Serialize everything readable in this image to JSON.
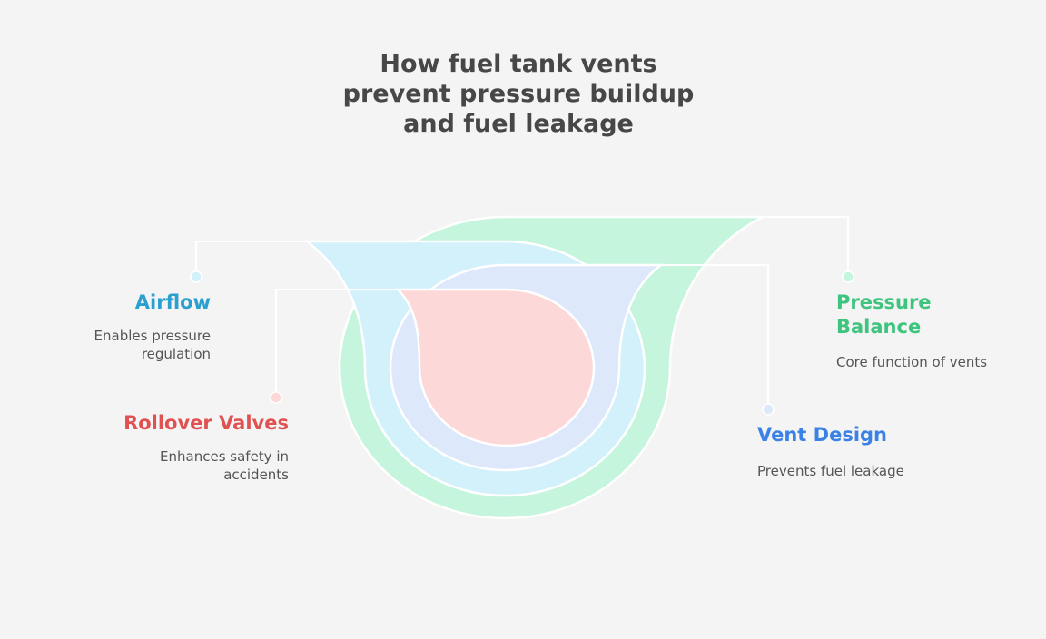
{
  "title": "How fuel tank vents prevent pressure buildup and fuel leakage",
  "colors": {
    "background": "#f4f4f4",
    "pressure_balance": "#3ec47f",
    "airflow": "#2a9fd0",
    "vent_design": "#3b82e6",
    "rollover_valves": "#e05252",
    "green_fill": "#c6f5dd",
    "cyan_fill": "#d3f1fb",
    "blue_fill": "#dde8fb",
    "red_fill": "#fcd8d8"
  },
  "items": [
    {
      "key": "airflow",
      "title": "Airflow",
      "description": "Enables pressure regulation"
    },
    {
      "key": "rollover_valves",
      "title": "Rollover Valves",
      "description": "Enhances safety in accidents"
    },
    {
      "key": "pressure_balance",
      "title": "Pressure Balance",
      "description": "Core function of vents"
    },
    {
      "key": "vent_design",
      "title": "Vent Design",
      "description": "Prevents fuel leakage"
    }
  ]
}
